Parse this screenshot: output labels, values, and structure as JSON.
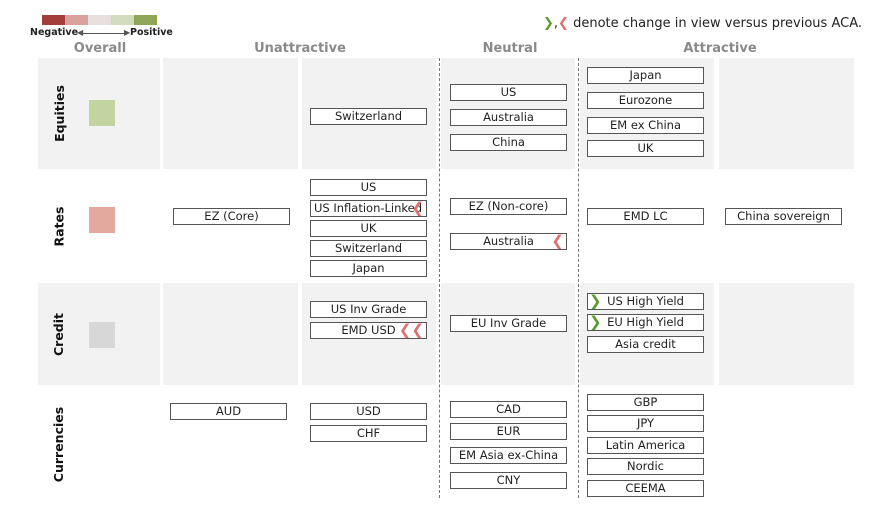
{
  "legend": {
    "colors": [
      "#a33e3a",
      "#d9a19d",
      "#e8e0df",
      "#d3dbbd",
      "#8fa656"
    ],
    "negative_label": "Negative",
    "positive_label": "Positive",
    "note_chevrons": "❯,❮",
    "note_text": "denote change in view versus previous ACA."
  },
  "headers": {
    "overall": "Overall",
    "unattractive": "Unattractive",
    "neutral": "Neutral",
    "attractive": "Attractive"
  },
  "rows": {
    "equities": {
      "label": "Equities",
      "overall_color": "#c4d4a0",
      "unattractive_right": [
        "Switzerland"
      ],
      "neutral": [
        "US",
        "Australia",
        "China"
      ],
      "attractive_left": [
        "Japan",
        "Eurozone",
        "EM ex China",
        "UK"
      ]
    },
    "rates": {
      "label": "Rates",
      "overall_color": "#e4a8a1",
      "unattractive_left": [
        "EZ (Core)"
      ],
      "unattractive_right": [
        "US",
        "US Inflation-Linked",
        "UK",
        "Switzerland",
        "Japan"
      ],
      "neutral": [
        "EZ (Non-core)",
        "Australia"
      ],
      "attractive_left": [
        "EMD LC"
      ],
      "attractive_right": [
        "China sovereign"
      ]
    },
    "credit": {
      "label": "Credit",
      "overall_color": "#d7d7d7",
      "unattractive_right": [
        "US Inv Grade",
        "EMD USD"
      ],
      "neutral": [
        "EU Inv Grade"
      ],
      "attractive_left": [
        "US High Yield",
        "EU High Yield",
        "Asia credit"
      ]
    },
    "currencies": {
      "label": "Currencies",
      "unattractive_left": [
        "AUD"
      ],
      "unattractive_right": [
        "USD",
        "CHF"
      ],
      "neutral": [
        "CAD",
        "EUR",
        "EM Asia ex-China",
        "CNY"
      ],
      "attractive_left": [
        "GBP",
        "JPY",
        "Latin America",
        "Nordic",
        "CEEMA"
      ]
    }
  },
  "chevrons": {
    "right": "❯",
    "left": "❮",
    "double_left": "❮❮"
  }
}
